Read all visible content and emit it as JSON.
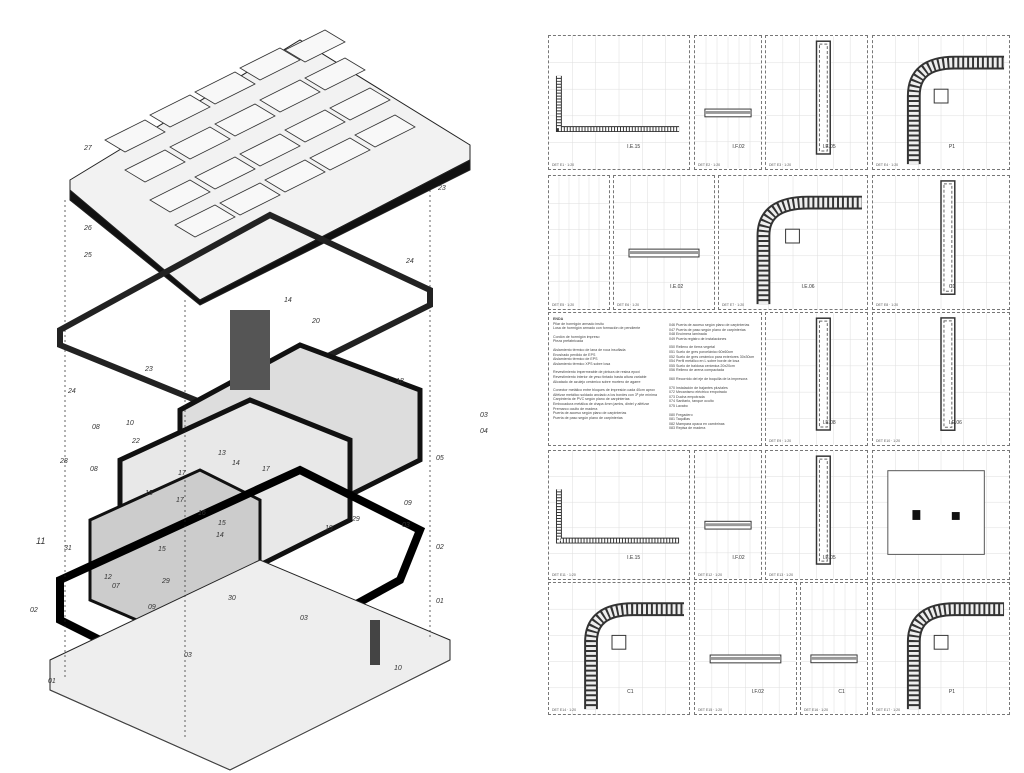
{
  "axonometric": {
    "labels": [
      "27",
      "26",
      "25",
      "24",
      "23",
      "24",
      "14",
      "20",
      "23",
      "18",
      "03",
      "04",
      "08",
      "10",
      "22",
      "05",
      "13",
      "14",
      "17",
      "17",
      "09",
      "28",
      "08",
      "16",
      "15",
      "15",
      "14",
      "15",
      "19",
      "29",
      "03",
      "02",
      "11",
      "31",
      "12",
      "07",
      "02",
      "29",
      "09",
      "30",
      "03",
      "01",
      "03",
      "10",
      "01",
      "17"
    ]
  },
  "panels": [
    {
      "tag": "I.E.15",
      "scale": "DET E1 · 1:20"
    },
    {
      "tag": "I.F.02",
      "scale": "DET E2 · 1:20"
    },
    {
      "tag": "I.E.05",
      "scale": "DET E3 · 1:20"
    },
    {
      "tag": "P1",
      "scale": "DET E4 · 1:20"
    },
    {
      "tag": "",
      "scale": "DET E5 · 1:20"
    },
    {
      "tag": "I.E.02",
      "scale": "DET E6 · 1:20"
    },
    {
      "tag": "I.E.06",
      "scale": "DET E7 · 1:20"
    },
    {
      "tag": "C1",
      "scale": "DET E8 · 1:20"
    },
    {
      "tag": "I.E.08",
      "scale": "DET E9 · 1:20"
    },
    {
      "tag": "I.E.06",
      "scale": "DET E10 · 1:20"
    },
    {
      "tag": "I.E.15",
      "scale": "DET E11 · 1:20"
    },
    {
      "tag": "I.F.02",
      "scale": "DET E12 · 1:20"
    },
    {
      "tag": "I.E.05",
      "scale": "DET E13 · 1:20"
    },
    {
      "tag": "",
      "scale": ""
    },
    {
      "tag": "C1",
      "scale": "DET E14 · 1:20"
    },
    {
      "tag": "I.F.02",
      "scale": "DET E15 · 1:20"
    },
    {
      "tag": "C1",
      "scale": "DET E16 · 1:20"
    },
    {
      "tag": "P1",
      "scale": "DET E17 · 1:20"
    }
  ],
  "legend": {
    "title": "ENDA",
    "col1": [
      "Pilar de hormigón armado insitu",
      "Losa de hormigón armado con formación de pendiente",
      "",
      "Cordón de hormigón impreso",
      "Pieza prefabricada",
      "",
      "Aislamiento térmico de lana de roca insuflada",
      "Enoshado perdido de EPS",
      "Aislamiento térmico de EPS",
      "Aislamiento térmico XPS sobre losa",
      "",
      "Revestimiento impermeable de pintura de resina epoxi",
      "Revestimiento interior de yeso tintado hasta altura variable",
      "Alicatado de azulejo cerámico sobre mortero de agarre",
      "",
      "Conector metálico entre bloques de impresión cada 40cm aprox",
      "Alféizar metálico soldado anclado a los bordes con 3º pte mínima",
      "Carpintería de PVC según plano de carpinterías",
      "Embocadura metálica de chapa 4mm jambs, dintel y alféizar",
      "Premarco oculto de madera",
      "Puerta de acceso según plano de carpinterías",
      "Puerta de paso según plano de carpinterías"
    ],
    "col2": [
      "046 Puerta de acceso según plano de carpinterías",
      "047 Puerta de paso según plano de carpinterías",
      "048 Encimera laminada",
      "049 Puerta registro de instalaciones",
      "",
      "050 Relleno de tierra vegetal",
      "051 Suelo de gres porcelánico 60x60cm",
      "052 Suelo de gres cerámico para exteriores 30x30cm",
      "054 Perfil metálico en L sobre borde de losa",
      "055 Suelo de baldosa cerámica 20x20cm",
      "056 Relleno de arena compactada",
      "",
      "060 Recorrido del eje de boquilla de la impresora",
      "",
      "070 Instalación de bajantes pluviales",
      "072 Mecanismo eléctrico empotrado",
      "073 Ducha empotrada",
      "074 Sanitario, tanque oculto",
      "075 Lavabo",
      "",
      "080 Fregadero",
      "081 Taquillas",
      "082 Mampara opaca en cambrinas",
      "083 Repisa de madera"
    ]
  }
}
